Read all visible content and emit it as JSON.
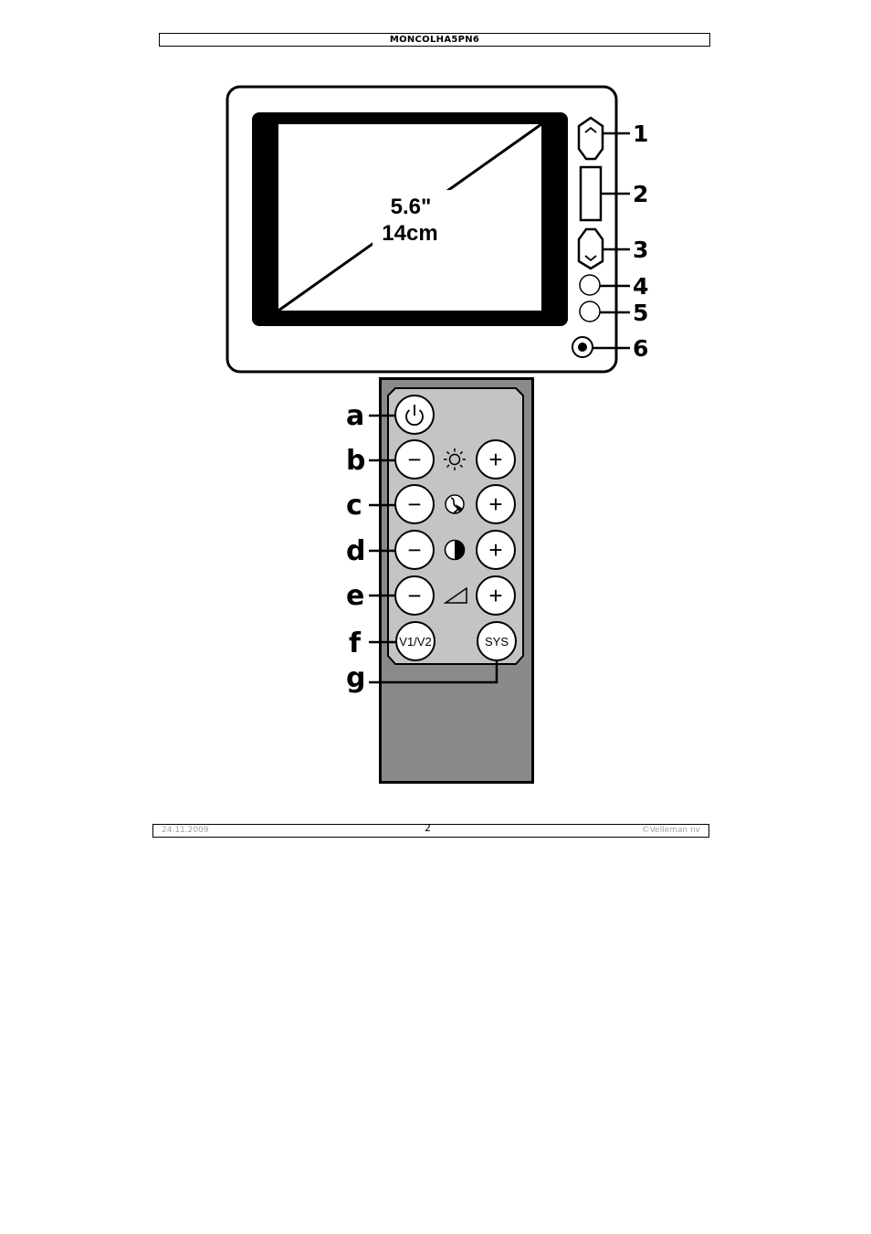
{
  "header": {
    "title": "MONCOLHA5PN6"
  },
  "monitor": {
    "screen_size_inch": "5.6\"",
    "screen_size_cm": "14cm",
    "callouts": [
      "1",
      "2",
      "3",
      "4",
      "5",
      "6"
    ]
  },
  "remote": {
    "callouts": [
      "a",
      "b",
      "c",
      "d",
      "e",
      "f",
      "g"
    ],
    "minus_symbol": "−",
    "plus_symbol": "+",
    "v1v2_label": "V1/V2",
    "sys_label": "SYS",
    "icons": [
      "power-icon",
      "brightness-icon",
      "color-icon",
      "contrast-icon",
      "volume-icon"
    ],
    "body_color": "#8a8a8a",
    "panel_color": "#c4c4c4"
  },
  "footer": {
    "date": "24.11.2009",
    "page": "2",
    "copyright": "©Velleman nv"
  }
}
